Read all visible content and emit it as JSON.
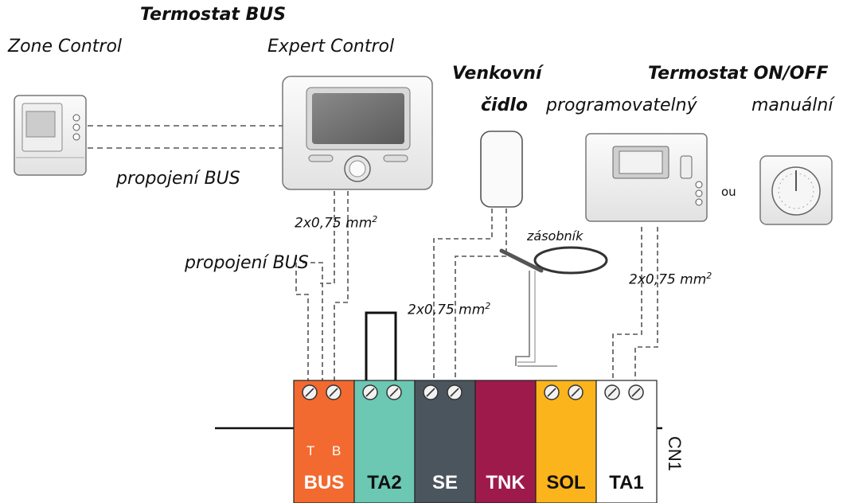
{
  "labels": {
    "termostat_bus": "Termostat BUS",
    "zone_control": "Zone Control",
    "expert_control": "Expert Control",
    "venkovni": "Venkovní",
    "cidlo": "čidlo",
    "termostat_onoff": "Termostat ON/OFF",
    "programovatelny": "programovatelný",
    "manualni": "manuální",
    "ou": "ou",
    "propojeni_bus_1": "propojení BUS",
    "propojeni_bus_2": "propojení BUS",
    "cable_1": "2x0,75 mm",
    "cable_2": "2x0,75 mm",
    "cable_3": "2x0,75 mm",
    "sup2": "2",
    "zasobnik": "zásobník"
  },
  "terminals": [
    {
      "name": "BUS",
      "sub_t": "T",
      "sub_b": "B",
      "color": "#f26a30"
    },
    {
      "name": "TA2",
      "color": "#6cc7b3"
    },
    {
      "name": "SE",
      "color": "#4b555e"
    },
    {
      "name": "TNK",
      "color": "#9e1a4a"
    },
    {
      "name": "SOL",
      "color": "#fbb41c"
    },
    {
      "name": "TA1",
      "color": "#ffffff"
    }
  ],
  "cn1": "CN1"
}
